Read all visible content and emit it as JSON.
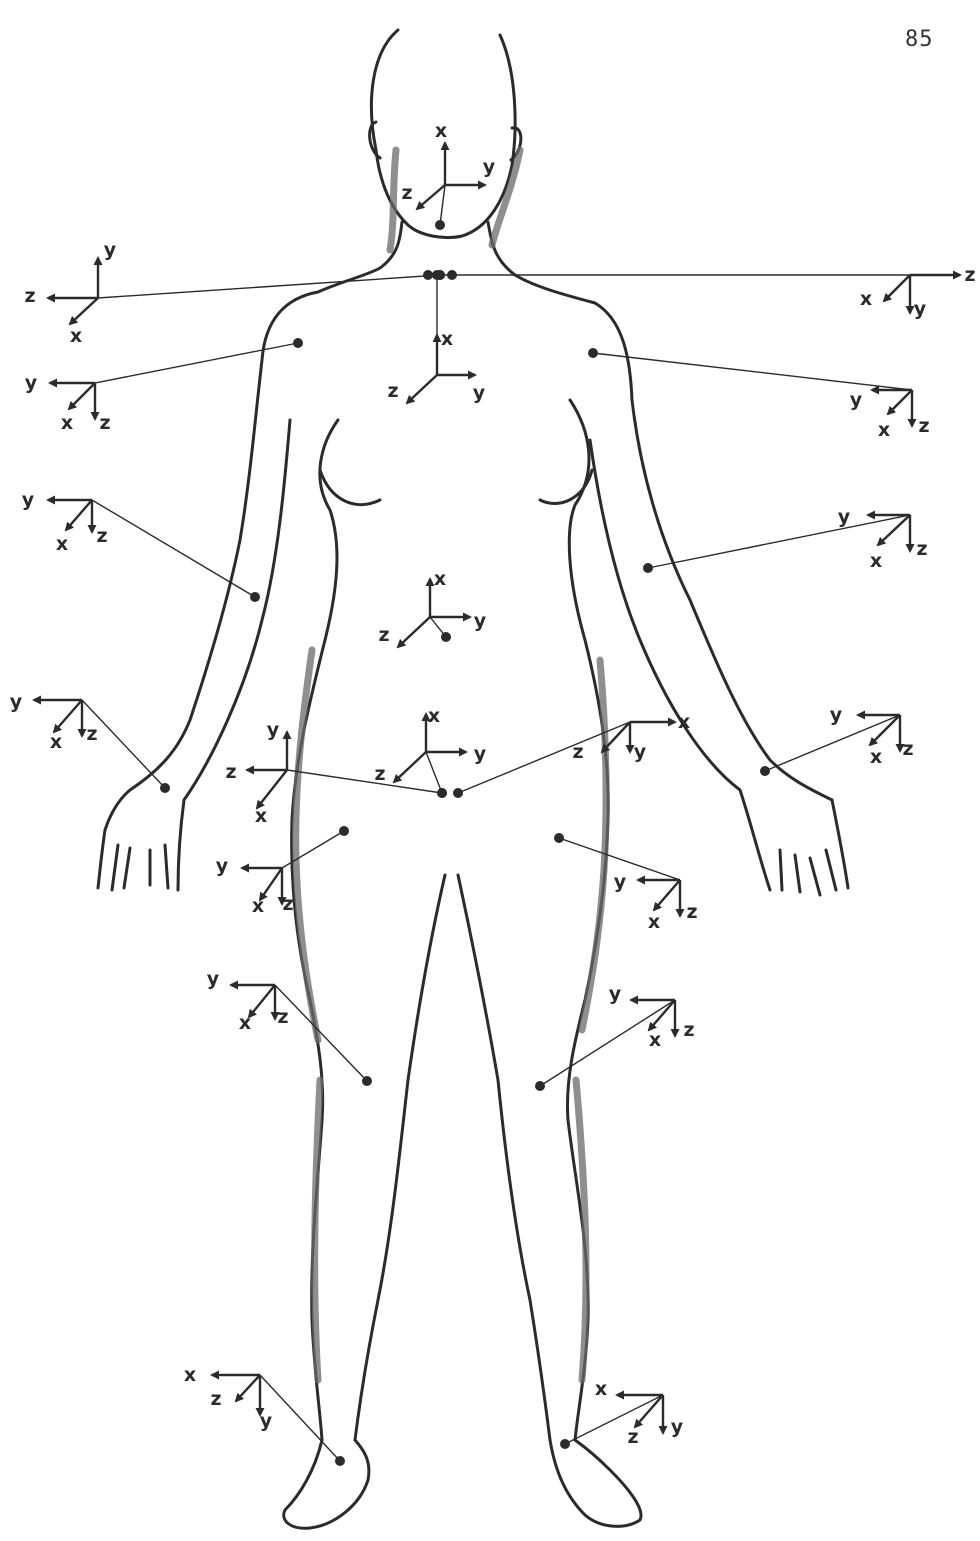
{
  "page_number": "85",
  "colors": {
    "ink": "#2b2b2b",
    "shadow": "#6a6a6a",
    "paper": "#ffffff"
  },
  "figure": {
    "subject": "body-outline-front-view",
    "axis_labels": [
      "x",
      "y",
      "z"
    ],
    "frames": [
      {
        "id": "head",
        "labels": [
          "x",
          "y",
          "z"
        ]
      },
      {
        "id": "neck-left",
        "labels": [
          "z",
          "y",
          "x"
        ]
      },
      {
        "id": "neck-right",
        "labels": [
          "z",
          "x",
          "y"
        ]
      },
      {
        "id": "chest",
        "labels": [
          "x",
          "y",
          "z"
        ]
      },
      {
        "id": "left-shoulder",
        "labels": [
          "y",
          "x",
          "z"
        ]
      },
      {
        "id": "right-shoulder",
        "labels": [
          "y",
          "x",
          "z"
        ]
      },
      {
        "id": "left-elbow",
        "labels": [
          "y",
          "x",
          "z"
        ]
      },
      {
        "id": "right-elbow",
        "labels": [
          "y",
          "x",
          "z"
        ]
      },
      {
        "id": "abdomen",
        "labels": [
          "x",
          "y",
          "z"
        ]
      },
      {
        "id": "left-wrist",
        "labels": [
          "y",
          "x",
          "z"
        ]
      },
      {
        "id": "right-wrist",
        "labels": [
          "y",
          "x",
          "z"
        ]
      },
      {
        "id": "pelvis",
        "labels": [
          "x",
          "y",
          "z"
        ]
      },
      {
        "id": "left-hip",
        "labels": [
          "z",
          "y",
          "x"
        ]
      },
      {
        "id": "right-hip",
        "labels": [
          "x",
          "y",
          "z"
        ]
      },
      {
        "id": "left-thigh",
        "labels": [
          "y",
          "x",
          "z"
        ]
      },
      {
        "id": "right-thigh",
        "labels": [
          "y",
          "x",
          "z"
        ]
      },
      {
        "id": "left-knee",
        "labels": [
          "y",
          "x",
          "z"
        ]
      },
      {
        "id": "right-knee",
        "labels": [
          "y",
          "x",
          "z"
        ]
      },
      {
        "id": "left-ankle",
        "labels": [
          "x",
          "z",
          "y"
        ]
      },
      {
        "id": "right-ankle",
        "labels": [
          "x",
          "z",
          "y"
        ]
      }
    ]
  }
}
